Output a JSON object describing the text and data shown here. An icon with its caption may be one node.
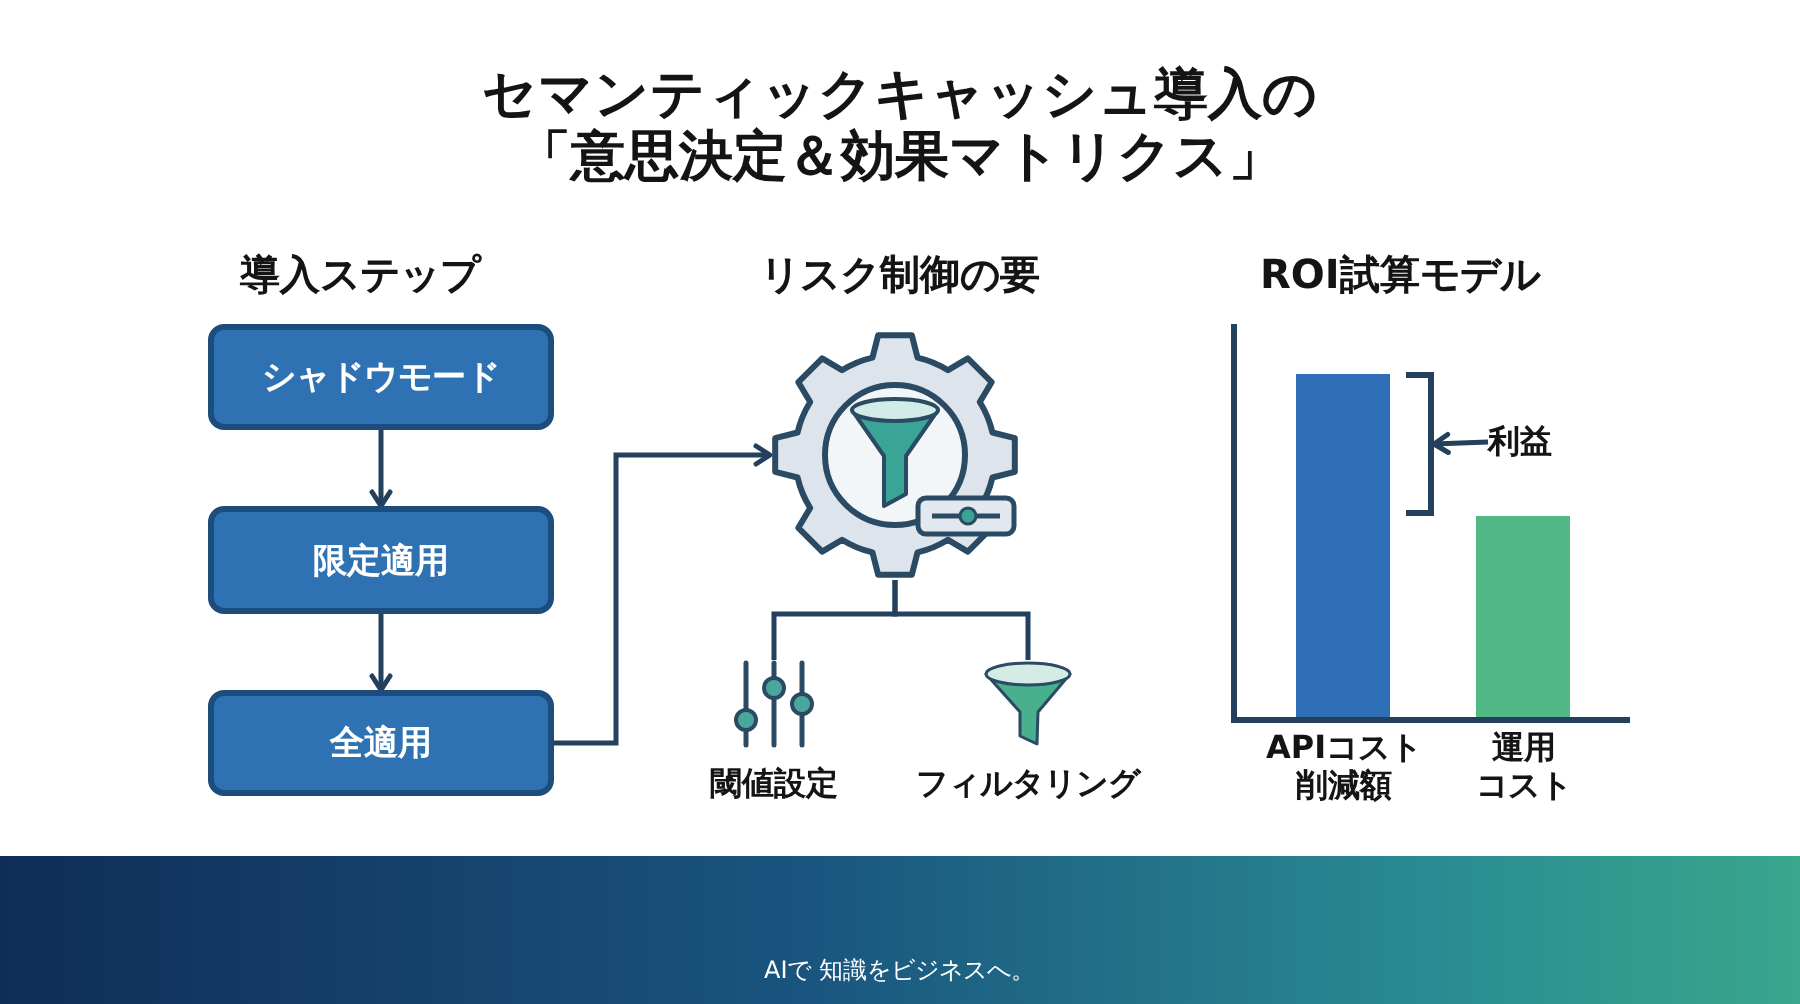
{
  "diagram": {
    "title": "セマンティックキャッシュ導入の「意思決定＆効果マトリクス」",
    "nodes": [
      {
        "text": [
          "シャドウモード"
        ]
      },
      {
        "text": [
          "限定適用"
        ]
      },
      {
        "text": [
          "全適用"
        ]
      },
      {
        "text": [],
        "shape": "gear"
      },
      {
        "text": [],
        "shape": "sliders",
        "beside": [
          "閾値設定"
        ]
      },
      {
        "text": [],
        "shape": "funnel",
        "beside": [
          "フィルタリング"
        ]
      },
      {
        "text": [],
        "shape": "bracket"
      },
      {
        "text": [
          "利益"
        ]
      }
    ],
    "edges": [
      {
        "from": 0,
        "to": 1,
        "arrow": "to"
      },
      {
        "from": 1,
        "to": 2,
        "arrow": "to"
      },
      {
        "from": 2,
        "to": 3,
        "arrow": "to"
      },
      {
        "from": 3,
        "to": 4,
        "arrow": "none"
      },
      {
        "from": 3,
        "to": 5,
        "arrow": "none"
      },
      {
        "from": 7,
        "to": 6,
        "arrow": "to"
      }
    ],
    "labels": [
      "導入ステップ",
      "リスク制御の要",
      "ROI試算モデル",
      "APIコスト削減額",
      "運用コスト",
      "AIで 知識をビジネスへ。"
    ]
  }
}
